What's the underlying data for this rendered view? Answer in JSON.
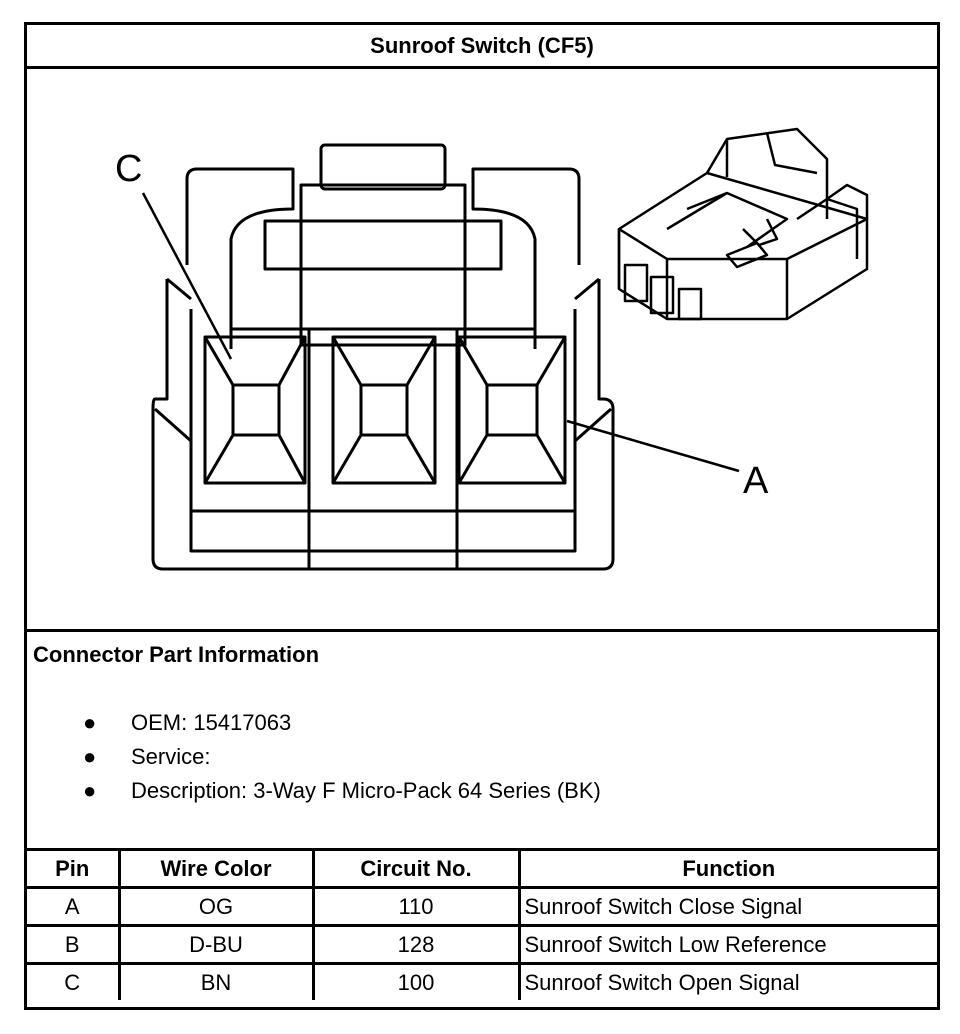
{
  "title": "Sunroof Switch (CF5)",
  "drawing": {
    "pin_label_left": "C",
    "pin_label_right": "A"
  },
  "connector_info": {
    "heading": "Connector Part Information",
    "items": [
      {
        "label": "OEM: 15417063"
      },
      {
        "label": "Service:"
      },
      {
        "label": "Description: 3-Way F Micro-Pack 64 Series (BK)"
      }
    ]
  },
  "pin_table": {
    "headers": [
      "Pin",
      "Wire Color",
      "Circuit No.",
      "Function"
    ],
    "rows": [
      {
        "pin": "A",
        "wire_color": "OG",
        "circuit": "110",
        "function": "Sunroof Switch Close Signal"
      },
      {
        "pin": "B",
        "wire_color": "D-BU",
        "circuit": "128",
        "function": "Sunroof Switch Low Reference"
      },
      {
        "pin": "C",
        "wire_color": "BN",
        "circuit": "100",
        "function": "Sunroof Switch Open Signal"
      }
    ]
  }
}
